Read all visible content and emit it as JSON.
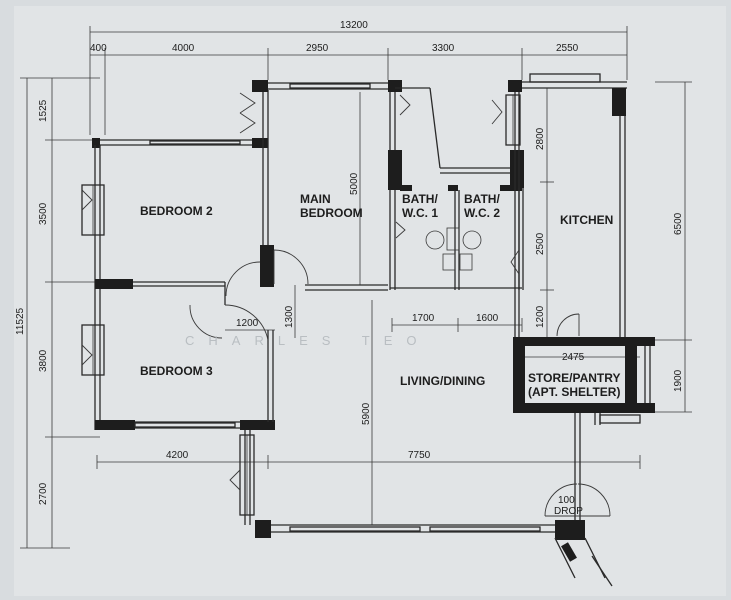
{
  "rooms": {
    "bedroom2": "BEDROOM 2",
    "main_bedroom_line1": "MAIN",
    "main_bedroom_line2": "BEDROOM",
    "bath1_line1": "BATH/",
    "bath1_line2": "W.C. 1",
    "bath2_line1": "BATH/",
    "bath2_line2": "W.C. 2",
    "kitchen": "KITCHEN",
    "bedroom3": "BEDROOM 3",
    "living_dining": "LIVING/DINING",
    "store_line1": "STORE/PANTRY",
    "store_line2": "(APT. SHELTER)",
    "refuse_line1": "100",
    "refuse_line2": "DROP"
  },
  "dimensions": {
    "overall_width": "13200",
    "top_segments": [
      "400",
      "4000",
      "2950",
      "3300",
      "2550"
    ],
    "left_overall": "11525",
    "left_segments": [
      "1525",
      "3500",
      "3800",
      "2700"
    ],
    "right_kitchen": "6500",
    "right_store": "1900",
    "main_bedroom_height": "5000",
    "door_1300": "1300",
    "door_1200": "1200",
    "living_height": "5900",
    "bath_widths": [
      "1700",
      "1600"
    ],
    "kitchen_segments": [
      "2800",
      "2500",
      "1200"
    ],
    "store_width": "2475",
    "bottom_segments": [
      "4200",
      "7750"
    ]
  },
  "watermark": "CHARLES TEO"
}
